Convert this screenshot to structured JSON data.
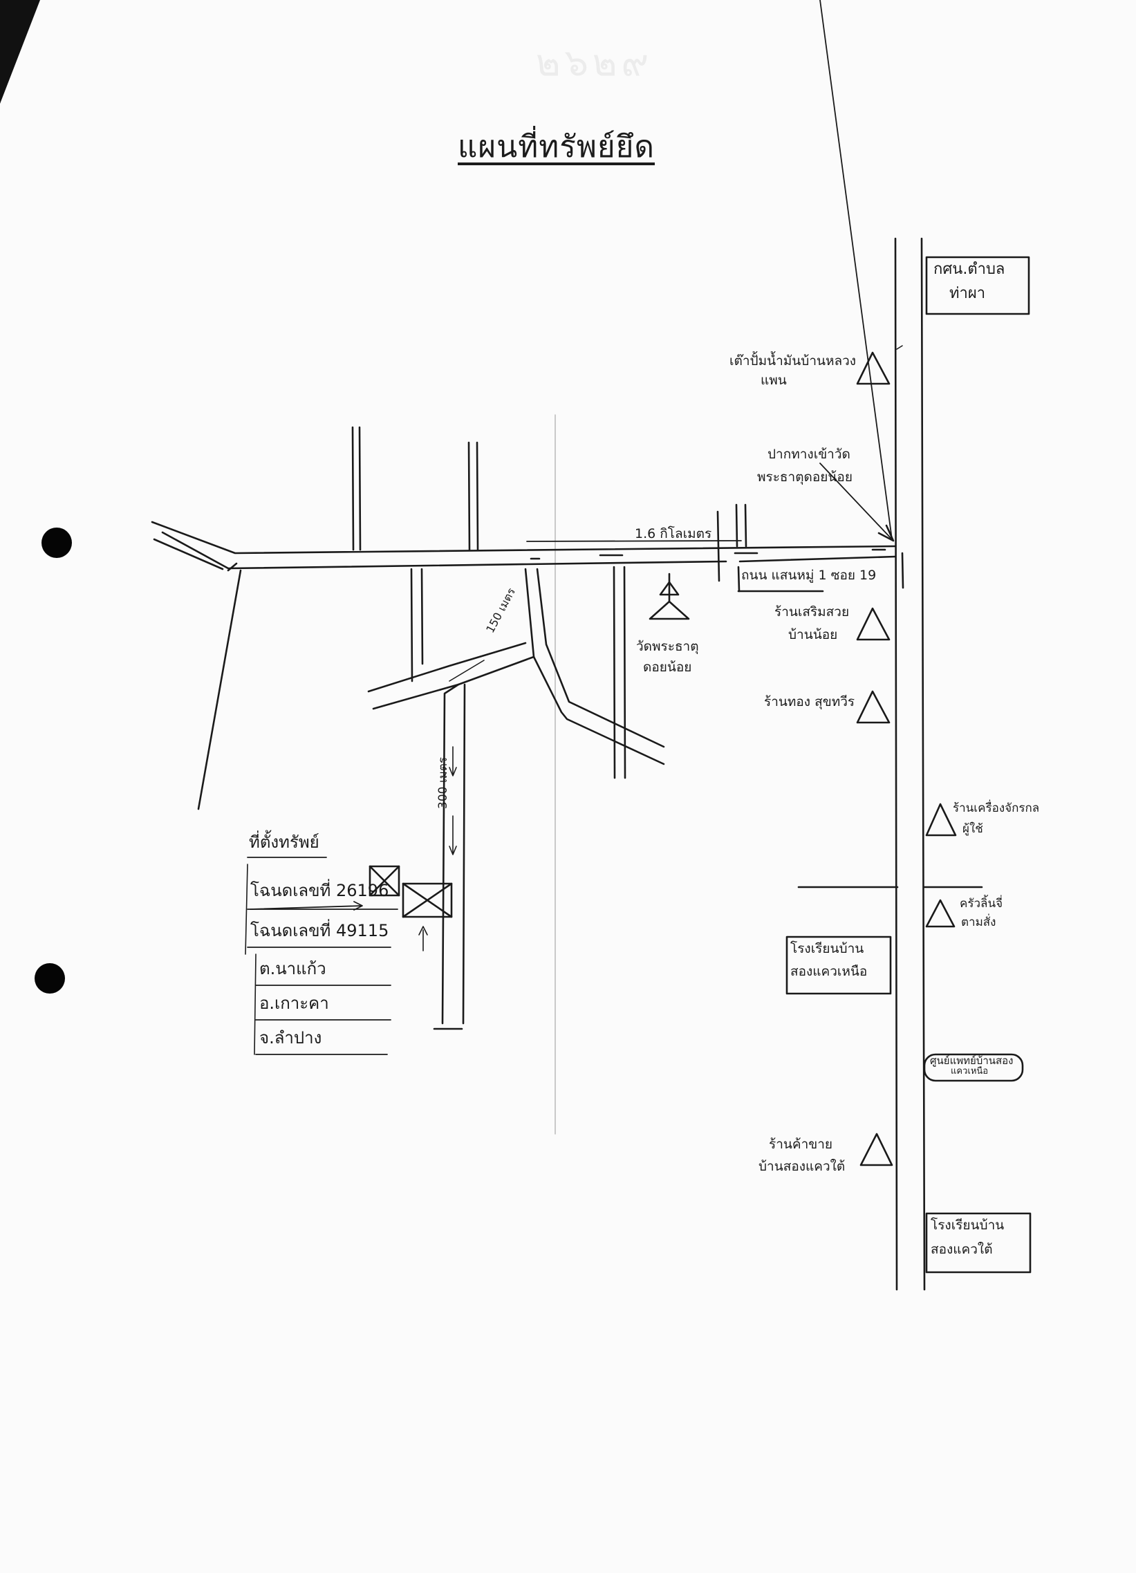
{
  "document": {
    "title": "แผนที่ทรัพย์ยึด",
    "stamp_number": "๒๖๒๙"
  },
  "landmarks": {
    "sao_top": {
      "line1": "กศน.ตำบล",
      "line2": "ท่าผา"
    },
    "tent_gas": {
      "line1": "เต๊าปั้มน้ำมันบ้านหลวง",
      "line2": "แพน"
    },
    "junction_note": {
      "line1": "ปากทางเข้าวัด",
      "line2": "พระธาตุดอยน้อย"
    },
    "distance_road": "1.6 กิโลเมตร",
    "road_sign": "ถนน แสนหมู่ 1 ซอย 19",
    "salon": {
      "line1": "ร้านเสริมสวย",
      "line2": "บ้านน้อย"
    },
    "gold_shop": "ร้านทอง สุขทวีร",
    "temple": {
      "line1": "วัดพระธาตุ",
      "line2": "ดอยน้อย"
    },
    "tire_shop": {
      "line1": "ร้านเครื่องจักรกล",
      "line2": "ผู้ใช้"
    },
    "school_north": {
      "line1": "โรงเรียนบ้าน",
      "line2": "สองแควเหนือ"
    },
    "kitchen": {
      "line1": "ครัวลิ้นจี่",
      "line2": "ตามสั่ง"
    },
    "health_center": {
      "line1": "ศูนย์แพทย์บ้านสอง",
      "line2": "แควเหนือ"
    },
    "shop_south": {
      "line1": "ร้านค้าขาย",
      "line2": "บ้านสองแควใต้"
    },
    "school_south": {
      "line1": "โรงเรียนบ้าน",
      "line2": "สองแควใต้"
    },
    "dist_150": "150 เมตร",
    "dist_300": "300 เมตร"
  },
  "property": {
    "header": "ที่ตั้งทรัพย์",
    "deed1": "โฉนดเลขที่ 26196",
    "deed2": "โฉนดเลขที่ 49115",
    "subdistrict": "ต.นาแก้ว",
    "district": "อ.เกาะคา",
    "province": "จ.ลำปาง"
  }
}
